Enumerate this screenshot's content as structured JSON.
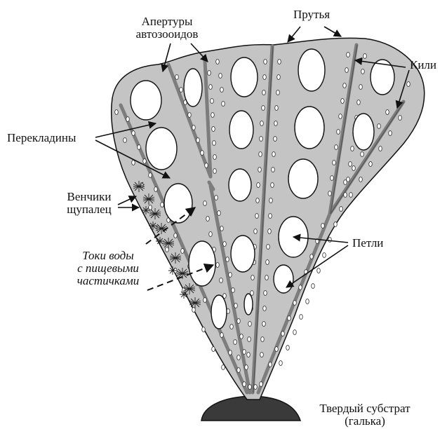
{
  "labels": {
    "apertures": [
      "Апертуры",
      "автозооидов"
    ],
    "branches": "Прутья",
    "keels": "Кили",
    "crossbars": "Перекладины",
    "tentacle_crowns": [
      "Венчики",
      "щупалец"
    ],
    "water_currents": [
      "Токи воды",
      "с пищевыми",
      "частичками"
    ],
    "loops": "Петли",
    "substrate": [
      "Твердый субстрат",
      "(галька)"
    ]
  },
  "colors": {
    "colony_fill": "#c4c4c4",
    "branch": "#7d7d7d",
    "substrate": "#3a3a3a",
    "outline": "#111111",
    "aperture_fill": "#ffffff"
  }
}
